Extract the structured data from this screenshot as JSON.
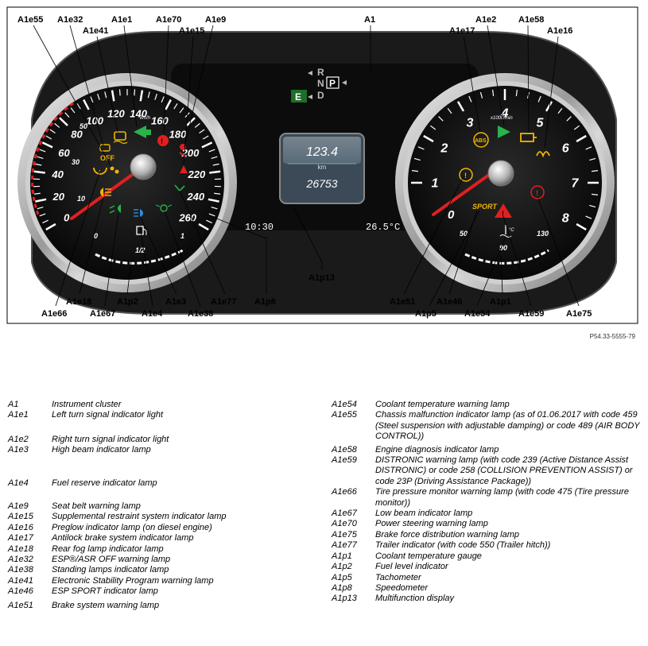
{
  "reference": "P54.33-5555-79",
  "callouts": {
    "A1": "A1",
    "A1e1": "A1e1",
    "A1e2": "A1e2",
    "A1e3": "A1e3",
    "A1e4": "A1e4",
    "A1e9": "A1e9",
    "A1e15": "A1e15",
    "A1e16": "A1e16",
    "A1e17": "A1e17",
    "A1e18": "A1e18",
    "A1e32": "A1e32",
    "A1e38": "A1e38",
    "A1e41": "A1e41",
    "A1e46": "A1e46",
    "A1e51": "A1e51",
    "A1e54": "A1e54",
    "A1e55": "A1e55",
    "A1e58": "A1e58",
    "A1e59": "A1e59",
    "A1e66": "A1e66",
    "A1e67": "A1e67",
    "A1e70": "A1e70",
    "A1e75": "A1e75",
    "A1e77": "A1e77",
    "A1p1": "A1p1",
    "A1p2": "A1p2",
    "A1p5": "A1p5",
    "A1p8": "A1p8",
    "A1p13": "A1p13"
  },
  "cluster": {
    "gear_r": "R",
    "gear_n": "N",
    "gear_p": "P",
    "gear_d": "D",
    "gear_e": "E",
    "mfd_trip": "123.4",
    "mfd_unit": "km",
    "mfd_odo": "26753",
    "time": "10:30",
    "outside_temp": "26.5°C",
    "speed_unit": "km/h",
    "rpm_unit": "x1000/min",
    "speed_major": [
      "0",
      "20",
      "40",
      "60",
      "80",
      "100",
      "120",
      "140",
      "160",
      "180",
      "200",
      "220",
      "240",
      "260"
    ],
    "speed_minor": [
      "10",
      "30",
      "50"
    ],
    "rpm_numbers": [
      "1",
      "2",
      "3",
      "4",
      "5",
      "6",
      "7",
      "8"
    ],
    "rpm_zero": "0",
    "fuel_labels": [
      "0",
      "1/2",
      "1"
    ],
    "temp_labels": [
      "50",
      "90",
      "130"
    ],
    "sport_label": "SPORT",
    "off_label": "OFF",
    "abs_label": "ABS"
  },
  "colors": {
    "warning_red": "#e02020",
    "warning_amber": "#f2b600",
    "indicator_green": "#29b34a",
    "beam_blue": "#2e8de0"
  },
  "legend_left": [
    {
      "code": "A1",
      "desc": "Instrument cluster"
    },
    {
      "code": "A1e1",
      "desc": "Left turn signal indicator light"
    },
    {
      "code": "A1e2",
      "desc": "Right turn signal indicator light"
    },
    {
      "code": "A1e3",
      "desc": "High beam indicator lamp"
    },
    {
      "code": "A1e4",
      "desc": "Fuel reserve indicator lamp"
    },
    {
      "code": "A1e9",
      "desc": "Seat belt warning lamp"
    },
    {
      "code": "A1e15",
      "desc": "Supplemental restraint system indicator lamp"
    },
    {
      "code": "A1e16",
      "desc": "Preglow indicator lamp (on diesel engine)"
    },
    {
      "code": "A1e17",
      "desc": "Antilock brake system indicator lamp"
    },
    {
      "code": "A1e18",
      "desc": "Rear fog lamp indicator lamp"
    },
    {
      "code": "A1e32",
      "desc": "ESP®/ASR OFF warning lamp"
    },
    {
      "code": "A1e38",
      "desc": "Standing lamps indicator lamp"
    },
    {
      "code": "A1e41",
      "desc": "Electronic Stability Program warning lamp"
    },
    {
      "code": "A1e46",
      "desc": "ESP SPORT indicator lamp"
    },
    {
      "code": "A1e51",
      "desc": "Brake system warning lamp"
    }
  ],
  "legend_right": [
    {
      "code": "A1e54",
      "desc": "Coolant temperature warning lamp"
    },
    {
      "code": "A1e55",
      "desc": "Chassis malfunction indicator lamp (as of 01.06.2017 with code 459 (Steel suspension with adjustable damping) or code 489 (AIR BODY CONTROL))"
    },
    {
      "code": "A1e58",
      "desc": "Engine diagnosis indicator lamp"
    },
    {
      "code": "A1e59",
      "desc": "DISTRONIC warning lamp (with code 239 (Active Distance Assist DISTRONIC) or code 258 (COLLISION PREVENTION ASSIST) or code 23P (Driving Assistance Package))"
    },
    {
      "code": "A1e66",
      "desc": "Tire pressure monitor warning lamp (with code 475 (Tire pressure monitor))"
    },
    {
      "code": "A1e67",
      "desc": "Low beam indicator lamp"
    },
    {
      "code": "A1e70",
      "desc": "Power steering warning lamp"
    },
    {
      "code": "A1e75",
      "desc": "Brake force distribution warning lamp"
    },
    {
      "code": "A1e77",
      "desc": "Trailer indicator (with code 550 (Trailer hitch))"
    },
    {
      "code": "A1p1",
      "desc": "Coolant temperature gauge"
    },
    {
      "code": "A1p2",
      "desc": "Fuel level indicator"
    },
    {
      "code": "A1p5",
      "desc": "Tachometer"
    },
    {
      "code": "A1p8",
      "desc": "Speedometer"
    },
    {
      "code": "A1p13",
      "desc": "Multifunction display"
    }
  ]
}
